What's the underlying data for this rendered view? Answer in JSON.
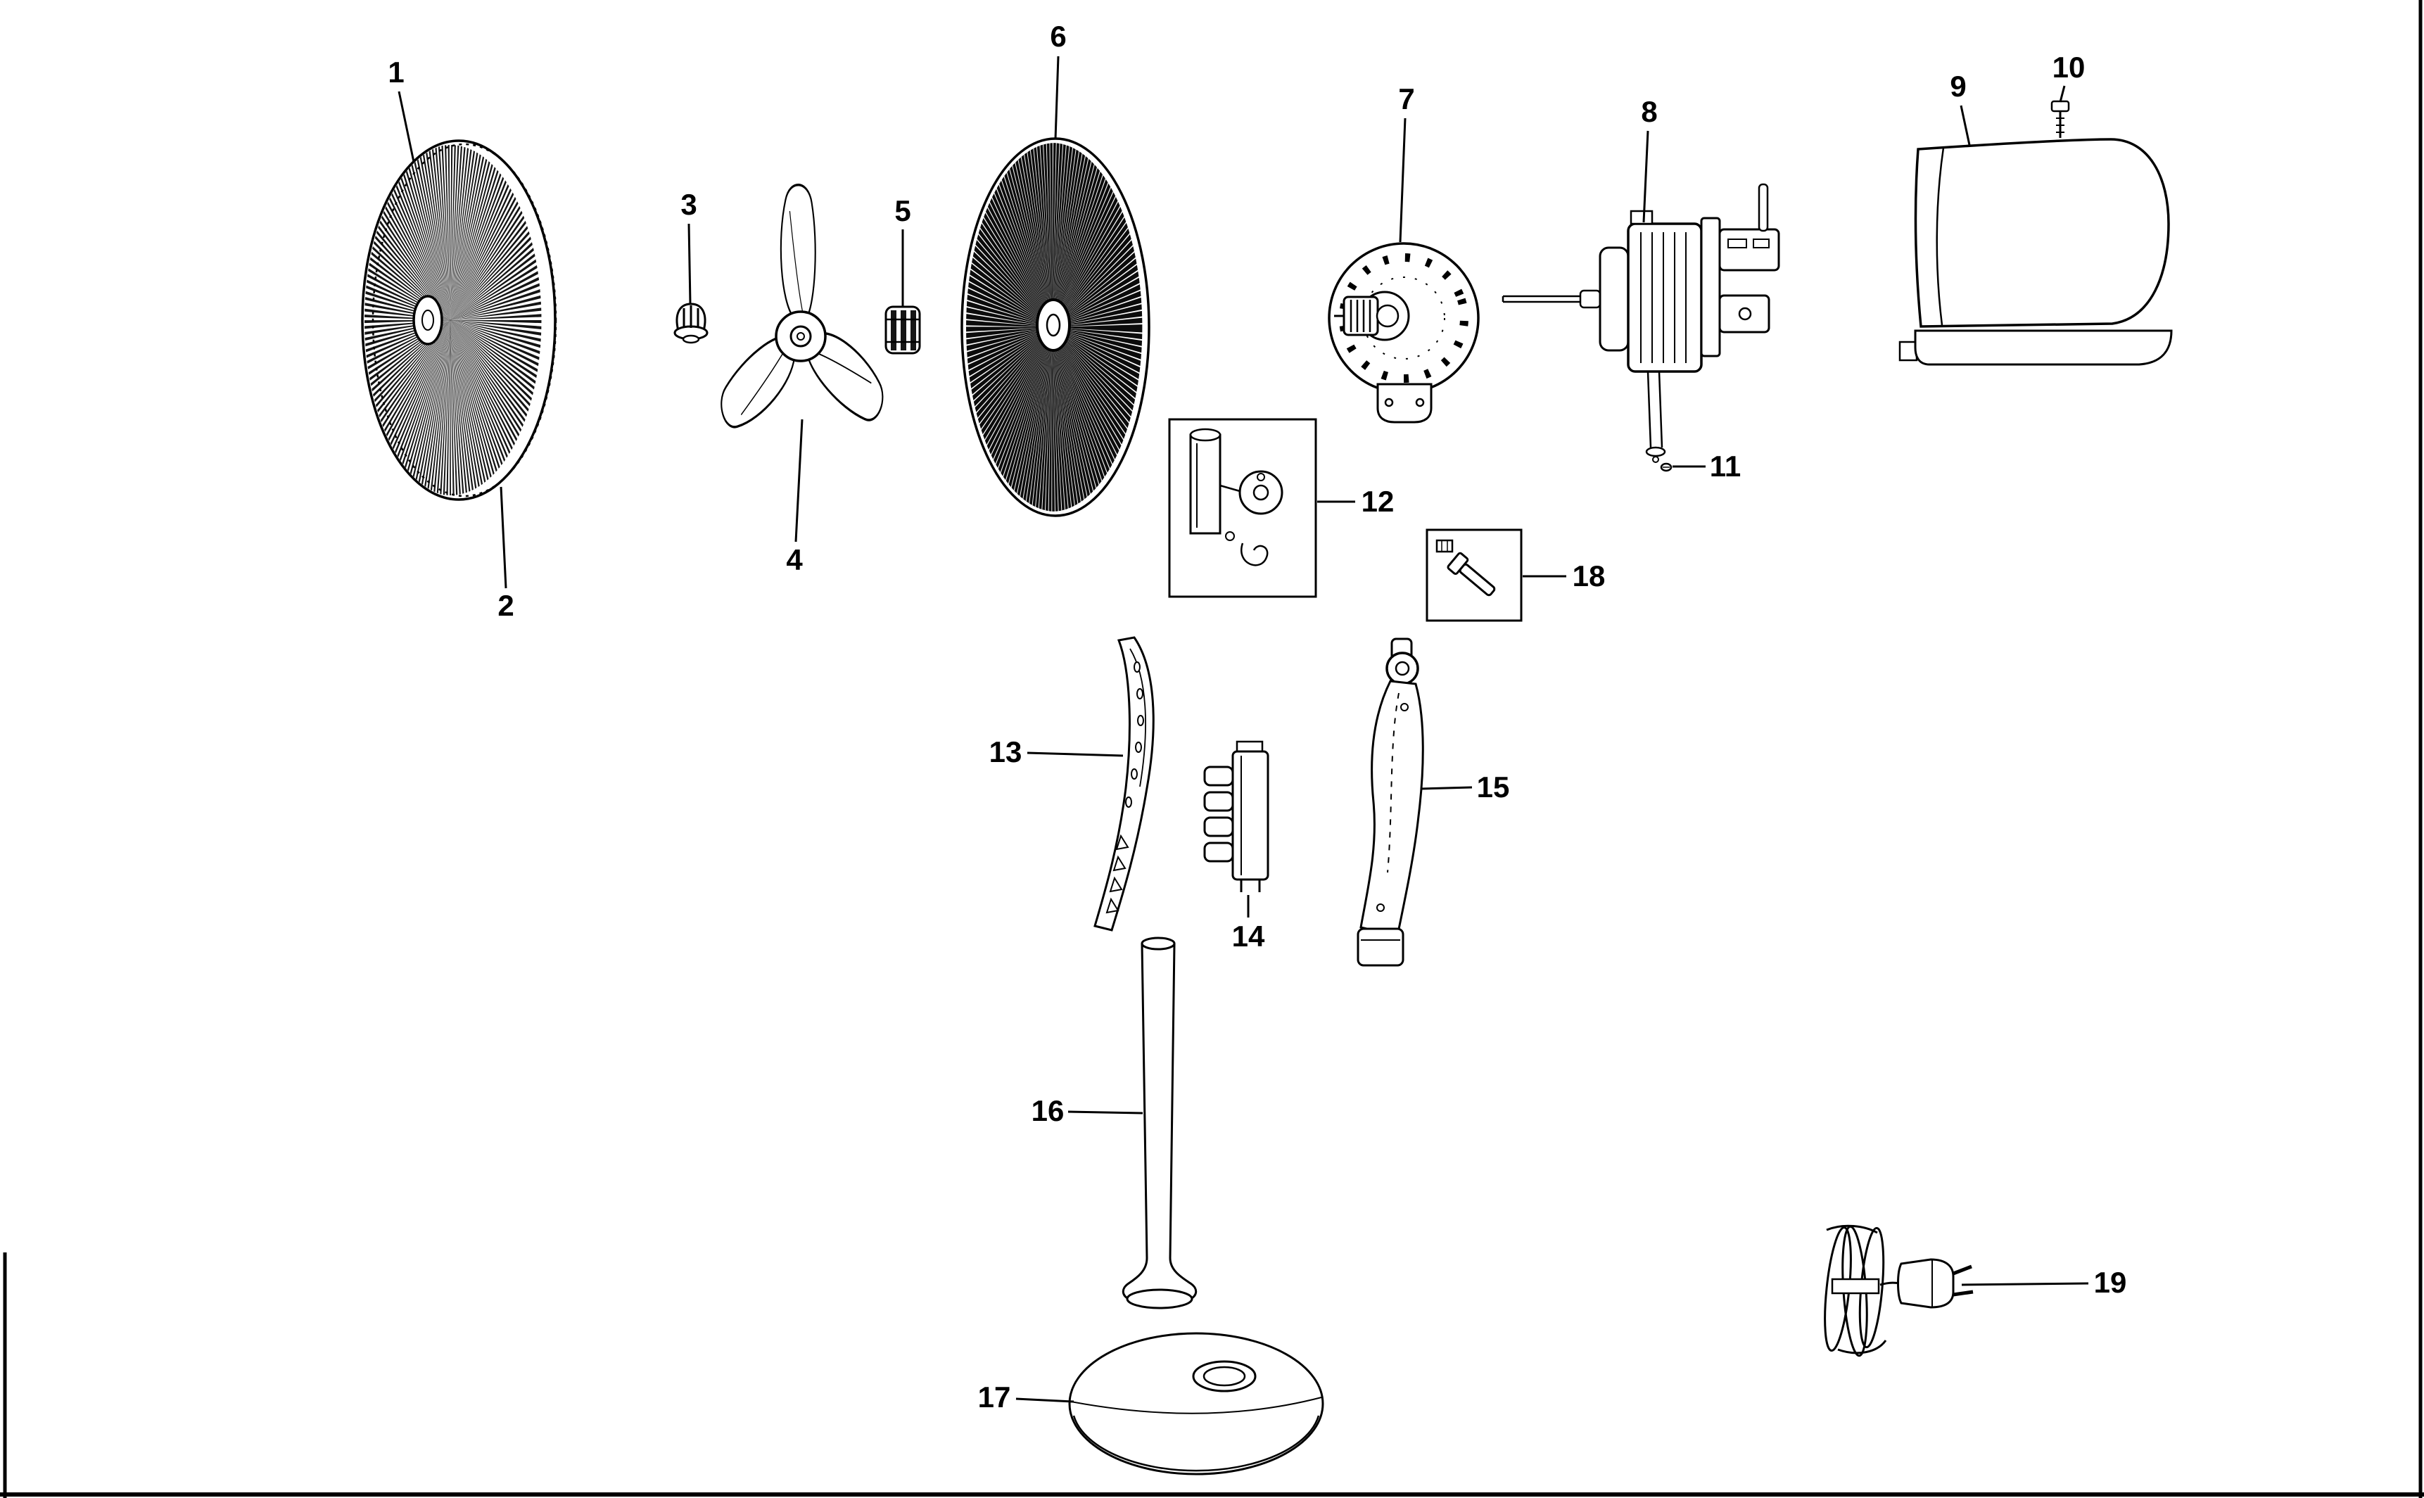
{
  "colors": {
    "line": "#000000",
    "background": "#ffffff"
  },
  "parts": [
    {
      "label": "1",
      "name": "front-grille"
    },
    {
      "label": "2",
      "name": "grille-rim"
    },
    {
      "label": "3",
      "name": "blade-cap-nut"
    },
    {
      "label": "4",
      "name": "fan-blade"
    },
    {
      "label": "5",
      "name": "shaft-nut"
    },
    {
      "label": "6",
      "name": "rear-grille"
    },
    {
      "label": "7",
      "name": "gear-cover-plate"
    },
    {
      "label": "8",
      "name": "motor"
    },
    {
      "label": "9",
      "name": "motor-housing-cover"
    },
    {
      "label": "10",
      "name": "housing-screw"
    },
    {
      "label": "11",
      "name": "motor-screw"
    },
    {
      "label": "12",
      "name": "oscillation-gear-assembly"
    },
    {
      "label": "13",
      "name": "column-front-cover"
    },
    {
      "label": "14",
      "name": "switch-assembly"
    },
    {
      "label": "15",
      "name": "support-arm"
    },
    {
      "label": "16",
      "name": "extension-pole"
    },
    {
      "label": "17",
      "name": "base-plate"
    },
    {
      "label": "18",
      "name": "fixing-bolt"
    },
    {
      "label": "19",
      "name": "power-cord-plug"
    }
  ]
}
